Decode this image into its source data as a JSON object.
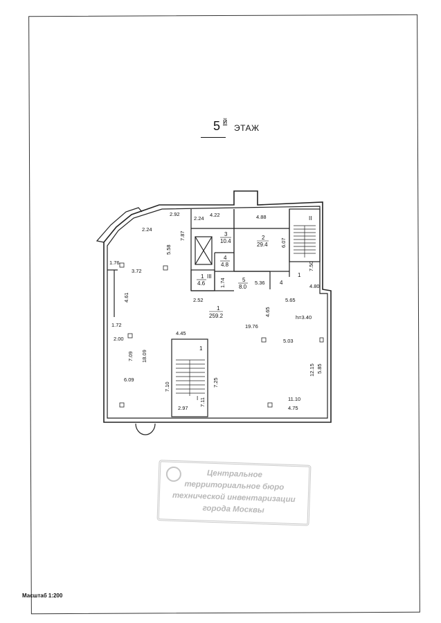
{
  "floor_title": {
    "number": "5",
    "suffix": "й",
    "label": "ЭТАЖ"
  },
  "scale_label": "Масштаб 1:200",
  "stamp": {
    "lines": [
      "Центральное",
      "территориальное бюро",
      "технической инвентаризации",
      "города Москвы"
    ]
  },
  "room_labels": [
    {
      "name": "3",
      "area": "10.4"
    },
    {
      "name": "2",
      "area": "29.4"
    },
    {
      "name": "4",
      "area": "4.8"
    },
    {
      "name": "1",
      "area": "4.6"
    },
    {
      "name": "5",
      "area": "8.0"
    },
    {
      "name": "1",
      "area": "259.2"
    }
  ],
  "stair_labels": [
    "II",
    "III",
    "1",
    "4",
    "1",
    "I"
  ],
  "height_label": "h=3.40",
  "dimensions": [
    "2.92",
    "4.22",
    "2.24",
    "4.88",
    "2.24",
    "7.87",
    "5.58",
    "6.07",
    "1.76",
    "3.72",
    "7.50",
    "1.74",
    "5.36",
    "4.80",
    "4.61",
    "2.52",
    "5.65",
    "4.65",
    "19.76",
    "1.72",
    "2.00",
    "4.45",
    "5.03",
    "7.09",
    "18.09",
    "12.15",
    "5.85",
    "6.09",
    "7.10",
    "7.25",
    "11.10",
    "2.97",
    "7.11",
    "4.75"
  ],
  "colors": {
    "line": "#222222",
    "stamp": "#b8b8b8"
  }
}
